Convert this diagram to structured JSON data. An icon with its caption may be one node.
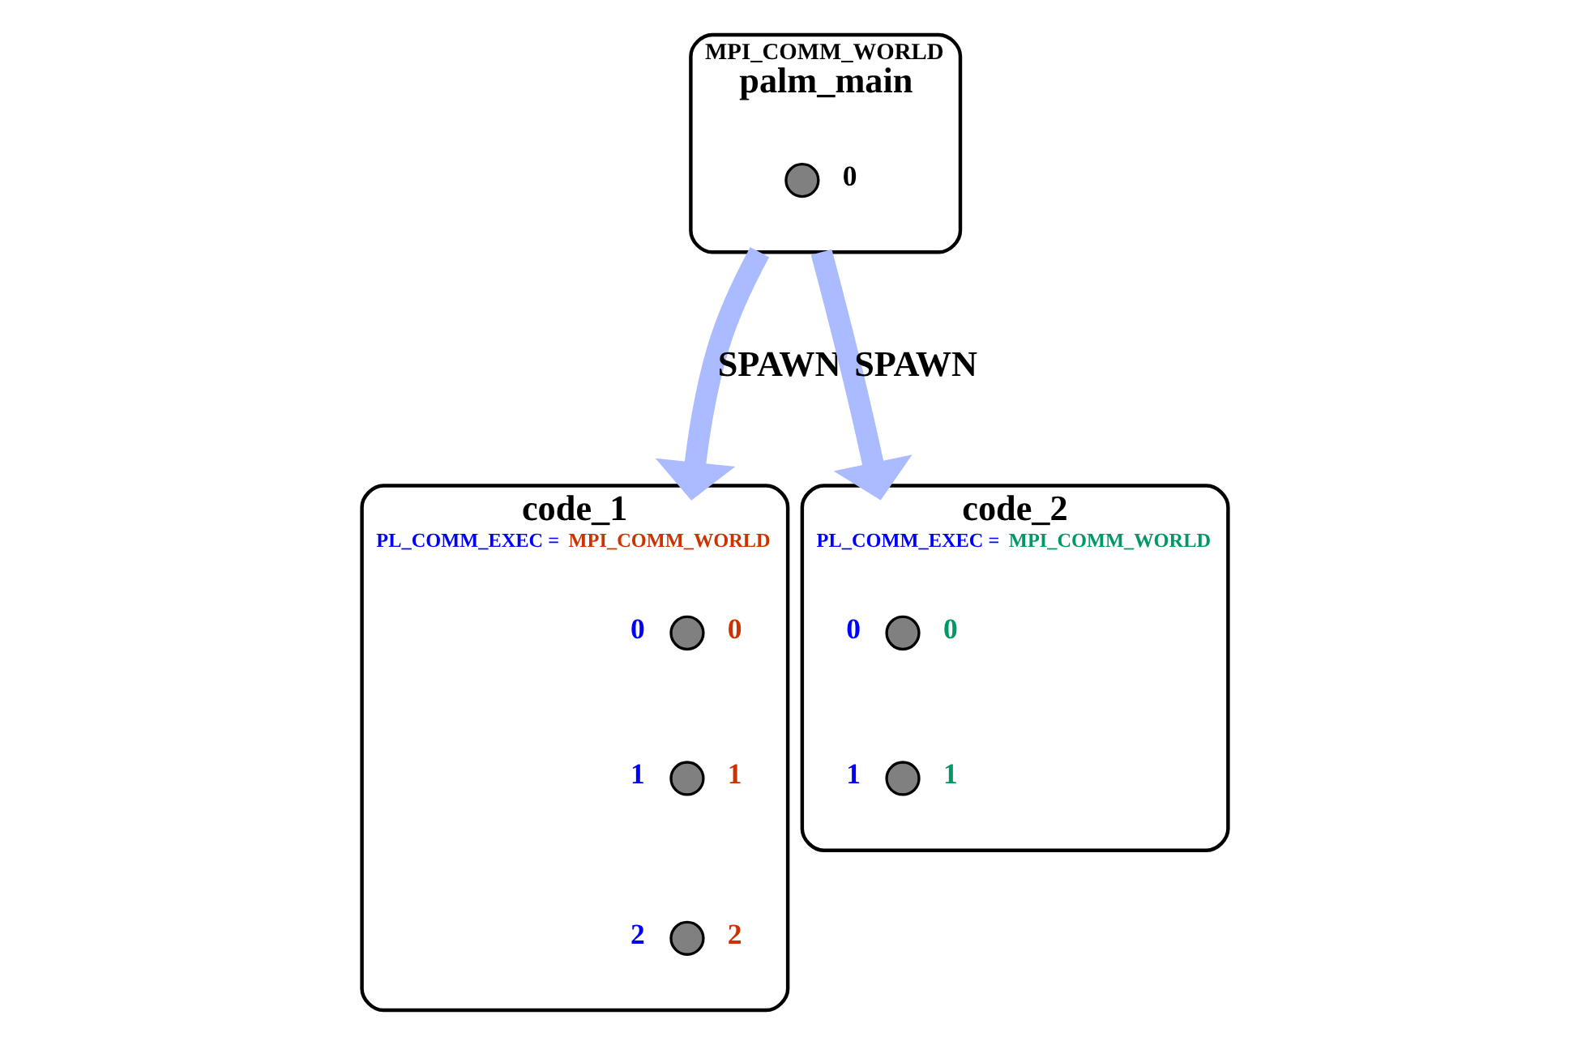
{
  "diagram": {
    "nodes": [
      {
        "text": [
          "MPI_COMM_WORLD",
          "palm_main"
        ]
      },
      {
        "text": [],
        "shape": "circle",
        "in": 0,
        "beside": [
          "0"
        ]
      },
      {
        "text": [
          "code_1",
          "PL_COMM_EXEC =",
          "MPI_COMM_WORLD"
        ]
      },
      {
        "text": [],
        "shape": "circle",
        "in": 2,
        "beside": [
          "0",
          "0"
        ]
      },
      {
        "text": [],
        "shape": "circle",
        "in": 2,
        "beside": [
          "1",
          "1"
        ]
      },
      {
        "text": [],
        "shape": "circle",
        "in": 2,
        "beside": [
          "2",
          "2"
        ]
      },
      {
        "text": [
          "code_2",
          "PL_COMM_EXEC =",
          "MPI_COMM_WORLD"
        ]
      },
      {
        "text": [],
        "shape": "circle",
        "in": 6,
        "beside": [
          "0",
          "0"
        ]
      },
      {
        "text": [],
        "shape": "circle",
        "in": 6,
        "beside": [
          "1",
          "1"
        ]
      }
    ],
    "edges": [
      {
        "from": 0,
        "to": 2,
        "arrow": "to",
        "label": "SPAWN",
        "color": "#aabbff"
      },
      {
        "from": 0,
        "to": 6,
        "arrow": "to",
        "label": "SPAWN",
        "color": "#aabbff"
      }
    ]
  }
}
